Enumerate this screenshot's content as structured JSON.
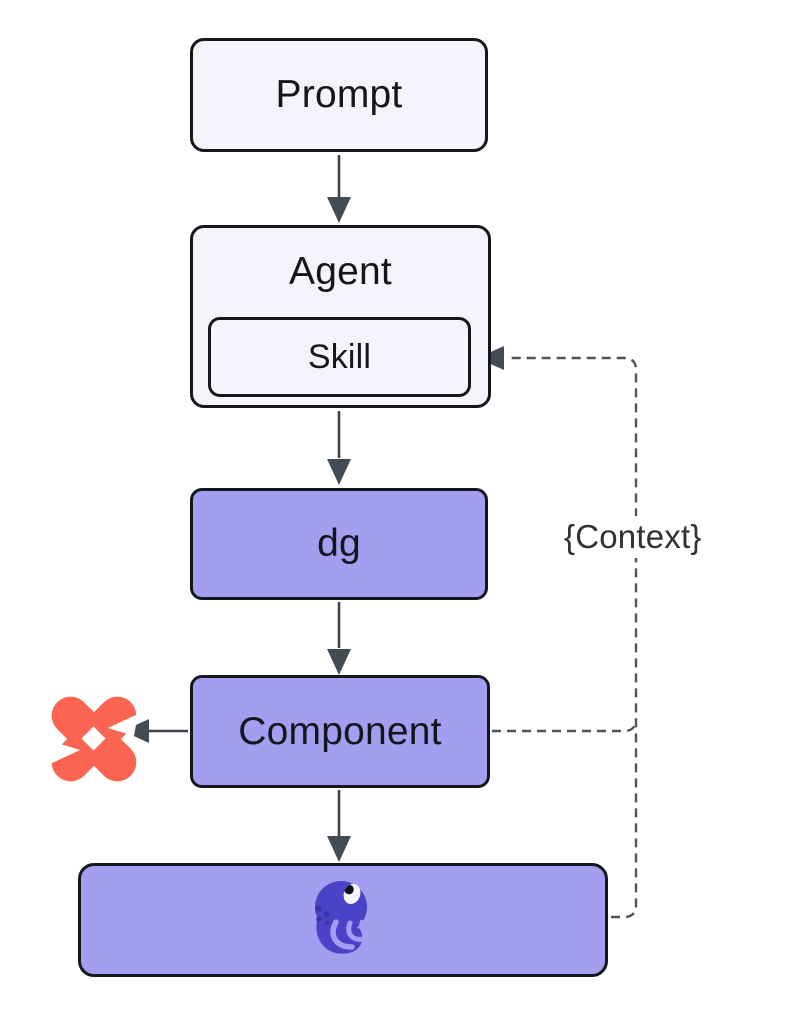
{
  "diagram": {
    "type": "flowchart",
    "direction": "top-down",
    "nodes": {
      "prompt": {
        "label": "Prompt",
        "fill": "#f4f4fc"
      },
      "agent": {
        "label": "Agent",
        "fill": "#f4f4fc"
      },
      "skill": {
        "label": "Skill",
        "fill": "#f4f4fc"
      },
      "dg": {
        "label": "dg",
        "fill": "#a49ef0"
      },
      "component": {
        "label": "Component",
        "fill": "#a49ef0"
      },
      "octopus_box": {
        "label": "",
        "fill": "#a49ef0",
        "icon": "octopus-logo-icon"
      }
    },
    "edge_label": "{Context}",
    "edges": [
      {
        "from": "Prompt",
        "to": "Agent",
        "style": "solid-arrow"
      },
      {
        "from": "Agent",
        "to": "dg",
        "style": "solid-arrow"
      },
      {
        "from": "dg",
        "to": "Component",
        "style": "solid-arrow"
      },
      {
        "from": "Component",
        "to": "x-pinwheel-logo",
        "style": "solid-arrow"
      },
      {
        "from": "Component",
        "to": "octopus-box",
        "style": "solid-arrow"
      },
      {
        "from": "Component",
        "to": "Skill",
        "style": "dashed",
        "label": "{Context}"
      },
      {
        "from": "octopus-box",
        "to": "Skill",
        "style": "dashed",
        "label": "{Context}"
      }
    ],
    "icons": {
      "x_logo": {
        "name": "x-pinwheel-logo-icon",
        "color": "#fa6450"
      },
      "octopus": {
        "name": "octopus-logo-icon",
        "color": "#4a43c7"
      }
    },
    "colors": {
      "background": "#ffffff",
      "light_node_fill": "#f4f4fc",
      "purple_node_fill": "#a49ef0",
      "node_border": "#15171c",
      "solid_edge": "#3d444c",
      "dashed_edge": "#4d555e",
      "arrowhead": "#434b54",
      "node_label_text": "#14161c",
      "edge_label_text": "#2e3338",
      "x_icon_orange": "#fa6450",
      "octopus_indigo": "#4a43c7"
    }
  }
}
